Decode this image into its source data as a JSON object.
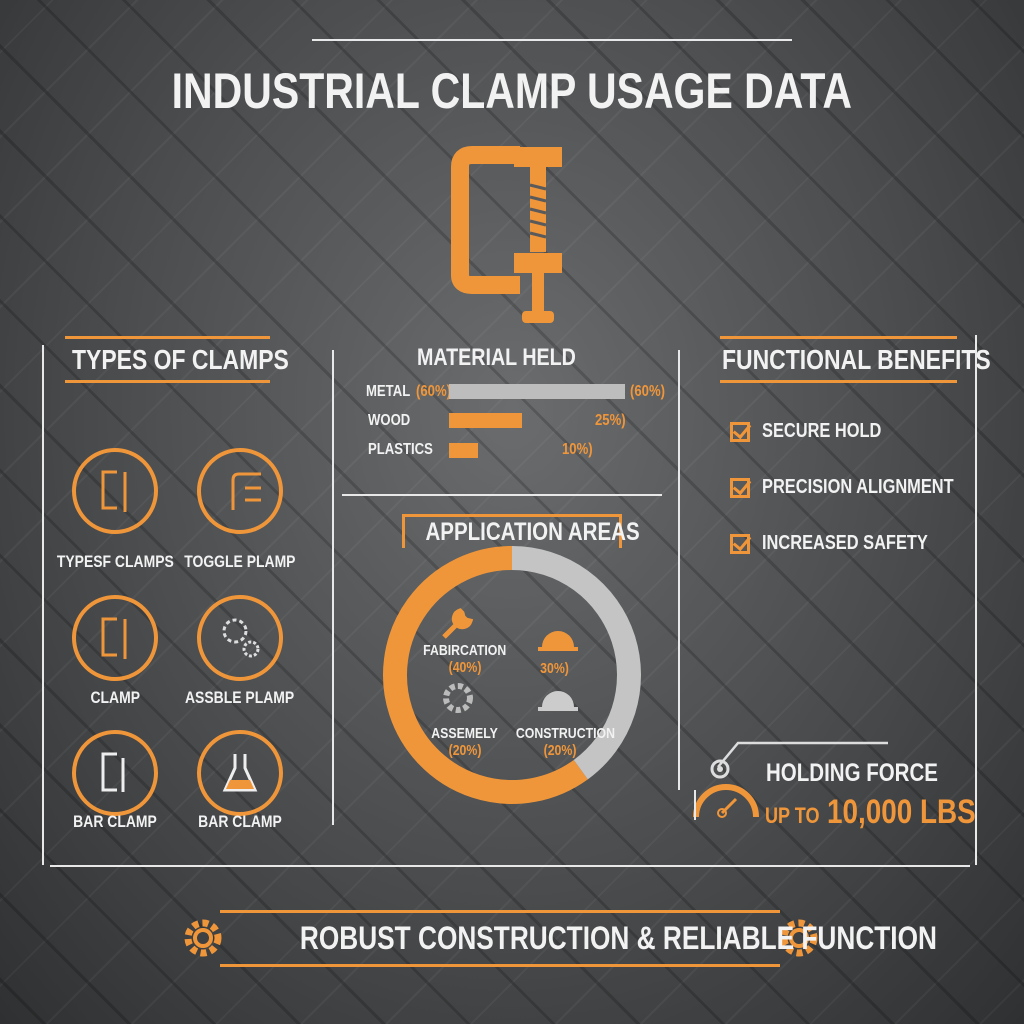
{
  "title": "Industrial Clamp Usage Data",
  "types": {
    "heading": "Types of Clamps",
    "items": [
      {
        "label": "TypesF Clamps",
        "icon": "c-clamp-icon"
      },
      {
        "label": "Toggle Plamp",
        "icon": "toggle-clamp-icon"
      },
      {
        "label": "Clamp",
        "icon": "c-clamp-icon"
      },
      {
        "label": "Assble Plamp",
        "icon": "gears-icon"
      },
      {
        "label": "Bar Clamp",
        "icon": "bar-clamp-icon"
      },
      {
        "label": "Bar Clamp",
        "icon": "flask-icon"
      }
    ]
  },
  "material": {
    "heading": "Material Held",
    "items": [
      {
        "label": "Metal",
        "inline": "(60%)",
        "value_label": "(60%)",
        "value": 60,
        "color": "#bdbdbd"
      },
      {
        "label": "Wood",
        "value_label": "25%)",
        "value": 25,
        "color": "#f0963a"
      },
      {
        "label": "Plastics",
        "value_label": "10%)",
        "value": 10,
        "color": "#f0963a"
      }
    ]
  },
  "application": {
    "heading": "Application Areas",
    "segments": [
      {
        "label": "Fabircation",
        "value_label": "(40%)",
        "icon": "wrench-icon"
      },
      {
        "label": "",
        "value_label": "30%)",
        "icon": "hard-hat-icon"
      },
      {
        "label": "Assemely",
        "value_label": "(20%)",
        "icon": "gear-wrench-icon"
      },
      {
        "label": "Construction",
        "value_label": "(20%)",
        "icon": "hard-hat-icon"
      }
    ],
    "ring": [
      {
        "value": 60,
        "color": "#f0963a"
      },
      {
        "value": 40,
        "color": "#c4c4c4"
      }
    ]
  },
  "benefits": {
    "heading": "Functional Benefits",
    "items": [
      "Secure Hold",
      "Precision Alignment",
      "Increased Safety"
    ]
  },
  "force": {
    "label": "Holding Force",
    "prefix": "Up to",
    "value": "10,000 LBS"
  },
  "footer": "Robust Construction & Reliable Function",
  "colors": {
    "accent": "#f0963a",
    "grey": "#c4c4c4"
  }
}
